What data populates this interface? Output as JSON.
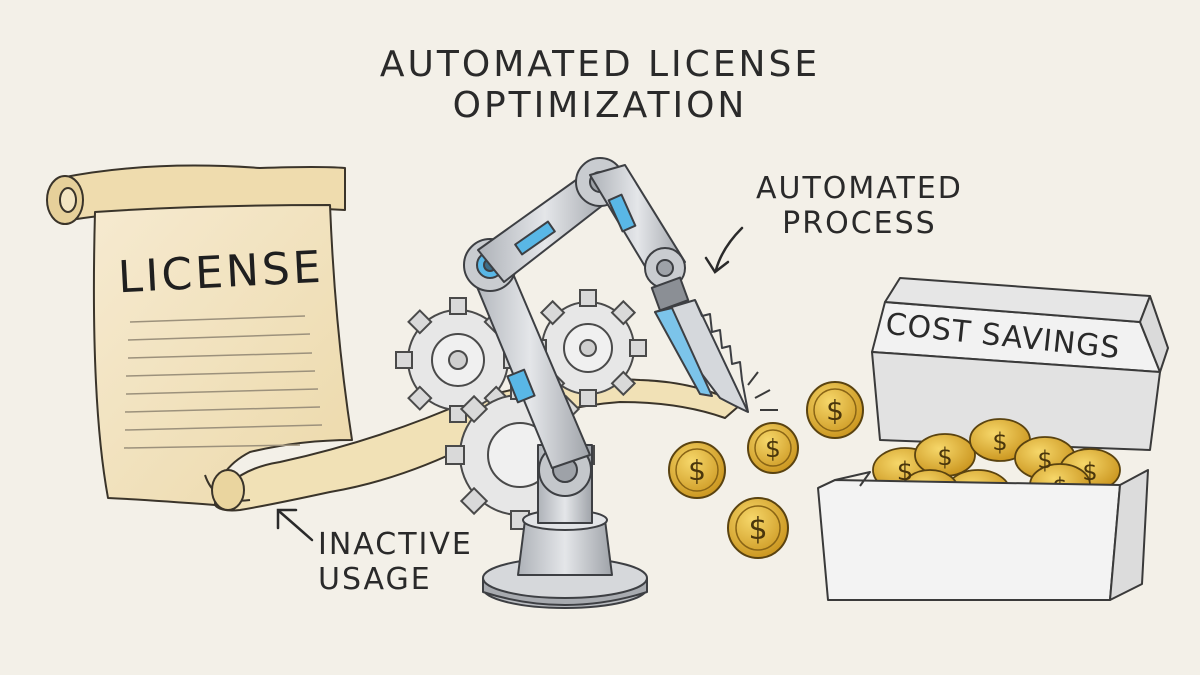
{
  "title": {
    "line1": "AUTOMATED LICENSE",
    "line2": "OPTIMIZATION"
  },
  "labels": {
    "license": "LICENSE",
    "automated_process_line1": "AUTOMATED",
    "automated_process_line2": "PROCESS",
    "inactive_usage_line1": "INACTIVE",
    "inactive_usage_line2": "USAGE",
    "cost_savings": "COST SAVINGS"
  },
  "icons": {
    "scroll": "license-scroll-icon",
    "robot_arm": "robot-arm-icon",
    "saw": "saw-blade-icon",
    "gears": "gear-icon",
    "coins": "dollar-coin-icon",
    "chest": "open-box-icon"
  },
  "colors": {
    "background": "#f3f0e8",
    "parchment": "#f0e1bb",
    "metal": "#c9ccd0",
    "accent_blue": "#59b7e6",
    "coin_gold": "#e3b533",
    "ink": "#2a2a2a"
  }
}
